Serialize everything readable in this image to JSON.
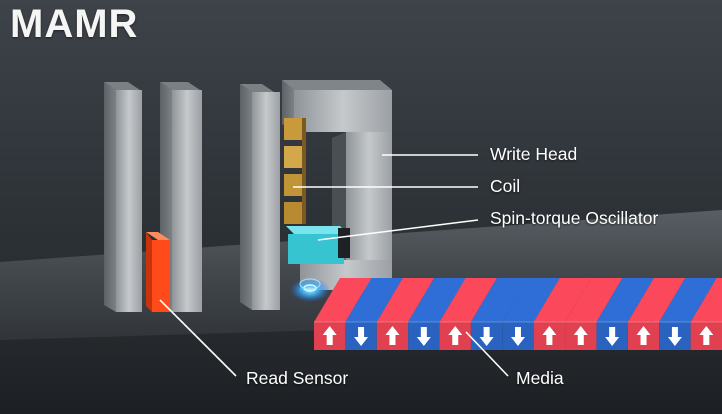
{
  "title": "MAMR",
  "labels": {
    "write_head": "Write Head",
    "coil": "Coil",
    "sto": "Spin-torque Oscillator",
    "read_sensor": "Read Sensor",
    "media": "Media"
  },
  "colors": {
    "background": "#2a2e33",
    "head_metal": "#b9bdc1",
    "coil": "#c89a3c",
    "sto": "#35c4d0",
    "read_sensor": "#ff4a1a",
    "media_red": "#e04050",
    "media_blue": "#2a62c0"
  },
  "media": {
    "bits": [
      "red",
      "blue",
      "red",
      "blue",
      "red",
      "blue",
      "blue",
      "red",
      "red",
      "blue",
      "red",
      "blue",
      "red"
    ],
    "arrows": [
      "up",
      "down",
      "up",
      "down",
      "up",
      "down",
      "down",
      "up",
      "up",
      "down",
      "up",
      "down",
      "up"
    ]
  }
}
